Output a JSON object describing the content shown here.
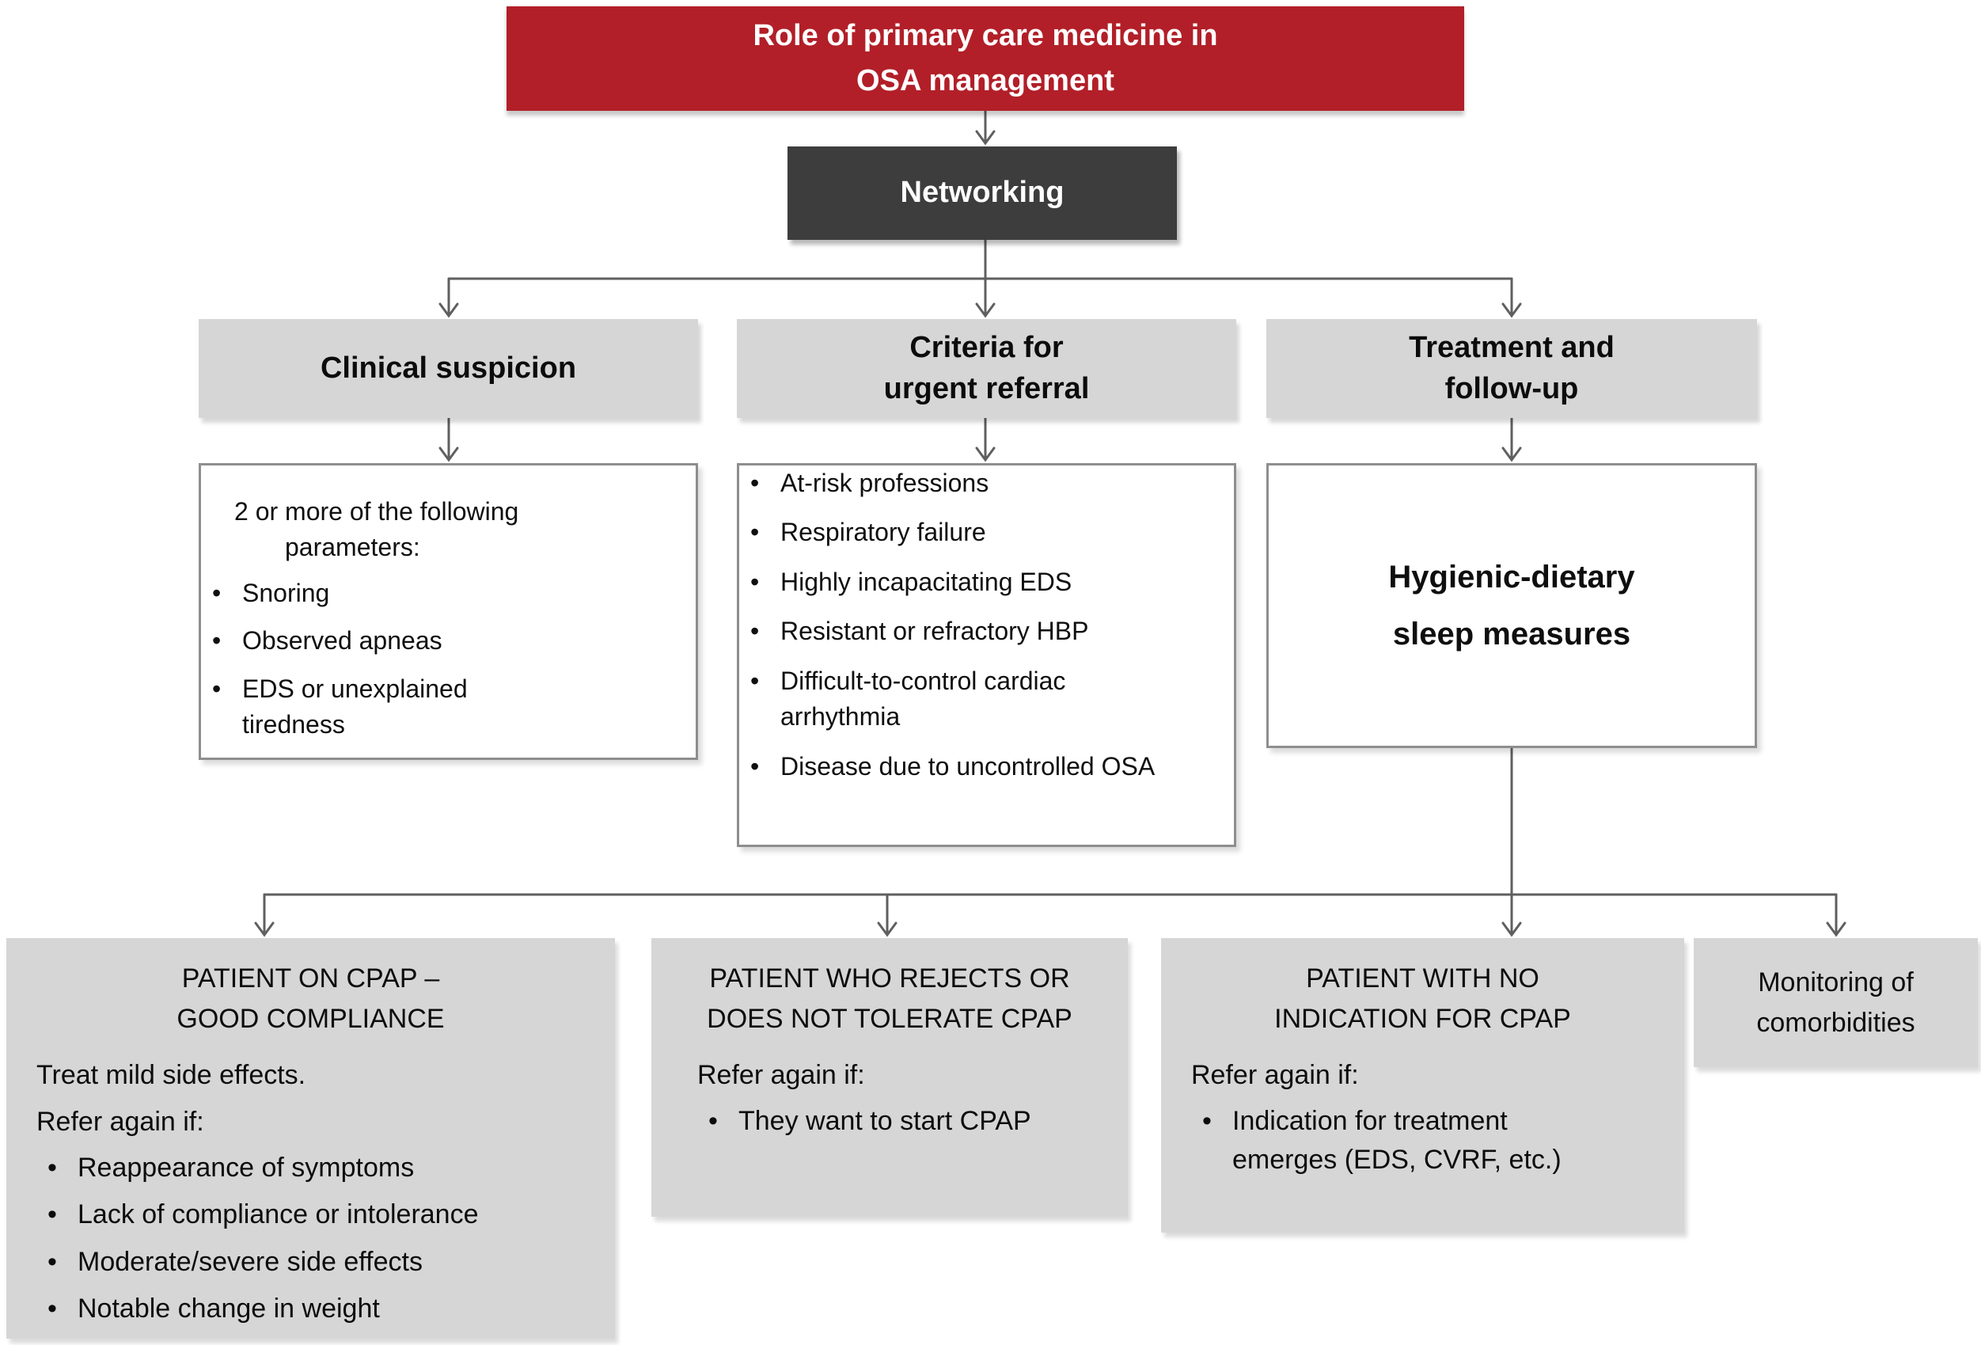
{
  "colors": {
    "box_red": "#b21f28",
    "box_dark": "#3e3d3d",
    "box_gray": "#d6d6d6",
    "white_box_border": "#8e8e8e",
    "connector": "#5f5f5f"
  },
  "root": {
    "title": "Role of primary care medicine in\nOSA management"
  },
  "networking": {
    "label": "Networking"
  },
  "branches": {
    "clinical": {
      "header": "Clinical suspicion",
      "intro": "2 or more of the following parameters:",
      "items": [
        "Snoring",
        "Observed apneas",
        "EDS or unexplained tiredness"
      ]
    },
    "urgent": {
      "header": "Criteria for\nurgent referral",
      "items": [
        "At-risk professions",
        "Respiratory failure",
        "Highly incapacitating EDS",
        "Resistant or refractory HBP",
        "Difficult-to-control cardiac arrhythmia",
        "Disease due to uncontrolled OSA"
      ]
    },
    "treatment": {
      "header": "Treatment and\nfollow-up",
      "measure": "Hygienic-dietary\nsleep measures"
    }
  },
  "followup": {
    "cpap_good": {
      "title": "PATIENT ON CPAP –\nGOOD COMPLIANCE",
      "lead": "Treat mild side effects.",
      "refer": "Refer again if:",
      "items": [
        "Reappearance of symptoms",
        "Lack of compliance or intolerance",
        "Moderate/severe side effects",
        "Notable change in weight"
      ]
    },
    "cpap_reject": {
      "title": "PATIENT WHO REJECTS OR\nDOES NOT TOLERATE CPAP",
      "refer": "Refer again if:",
      "items": [
        "They want to start CPAP"
      ]
    },
    "cpap_none": {
      "title": "PATIENT WITH NO\nINDICATION FOR CPAP",
      "refer": "Refer again if:",
      "items": [
        "Indication for treatment emerges (EDS, CVRF, etc.)"
      ]
    },
    "monitoring": {
      "title": "Monitoring of\ncomorbidities"
    }
  }
}
